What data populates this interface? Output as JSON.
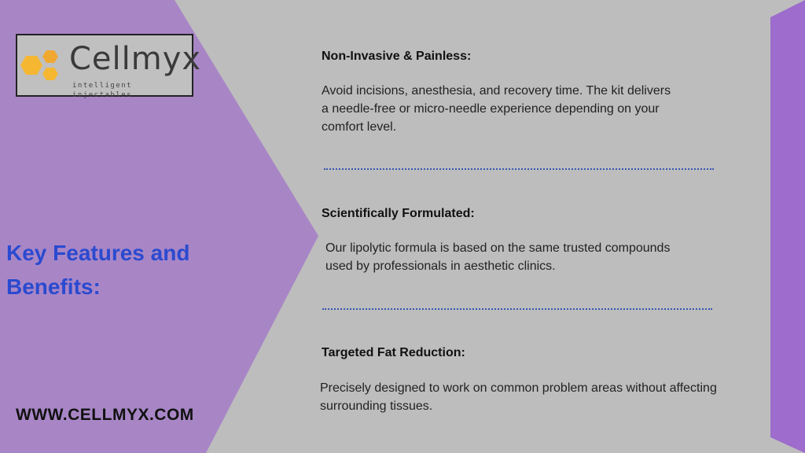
{
  "brand": {
    "logo_word": "Cellmyx",
    "logo_tagline": "intelligent injectables"
  },
  "section": {
    "heading": "Key Features and Benefits:",
    "website": "WWW.CELLMYX.COM"
  },
  "features": [
    {
      "title": "Non-Invasive & Painless:",
      "text": "Avoid incisions, anesthesia, and recovery time. The kit delivers a needle-free or micro-needle experience depending on your comfort level."
    },
    {
      "title": "Scientifically Formulated:",
      "text": "Our lipolytic formula is based on the same trusted compounds used by professionals in aesthetic clinics."
    },
    {
      "title": "Targeted Fat Reduction:",
      "text": "Precisely designed to work on common problem areas without affecting surrounding tissues."
    }
  ],
  "colors": {
    "background": "#bdbdbd",
    "left_panel": "#a886c6",
    "right_stripe": "#9d6ccc",
    "heading_blue": "#2a4ad0",
    "logo_hex": "#f5b731",
    "divider": "#3556b0"
  }
}
